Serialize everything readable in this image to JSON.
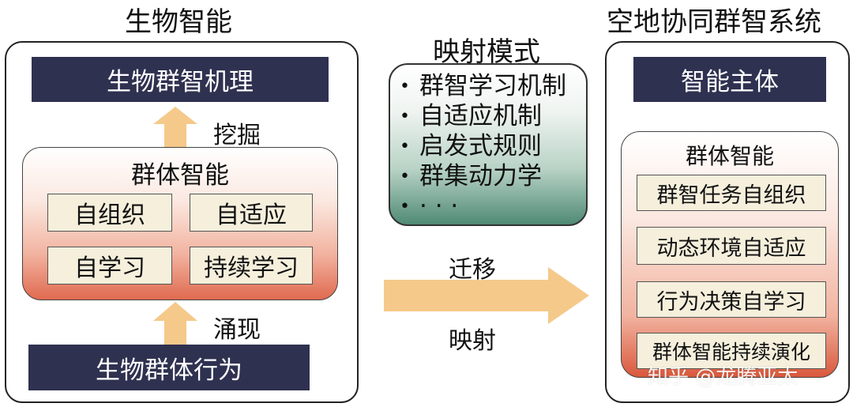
{
  "left": {
    "title": "生物智能",
    "top_box": "生物群智机理",
    "arrow_up_top_label": "挖掘",
    "group_title": "群体智能",
    "cells": [
      "自组织",
      "自适应",
      "自学习",
      "持续学习"
    ],
    "arrow_up_bottom_label": "涌现",
    "bottom_box": "生物群体行为"
  },
  "middle": {
    "title": "映射模式",
    "items": [
      "群智学习机制",
      "自适应机制",
      "启发式规则",
      "群集动力学",
      "· · ·"
    ],
    "arrow_top_label": "迁移",
    "arrow_bottom_label": "映射"
  },
  "right": {
    "title": "空地协同群智系统",
    "top_box": "智能主体",
    "group_title": "群体智能",
    "rows": [
      "群智任务自组织",
      "动态环境自适应",
      "行为决策自学习",
      "群体智能持续演化"
    ]
  },
  "watermark": "知乎 @龙腾亚太",
  "colors": {
    "navy": "#2f3150",
    "arrow": "#f5c98a",
    "cream": "#f5efdc",
    "red_gradient_end": "#e06a50",
    "green_gradient_end": "#4f8a75"
  }
}
